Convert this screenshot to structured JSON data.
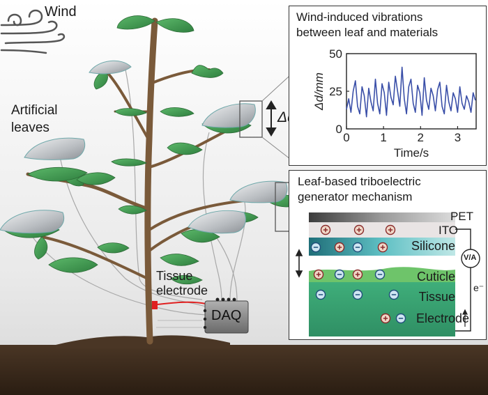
{
  "labels": {
    "wind": "Wind",
    "artificial_leaves": "Artificial\nleaves",
    "delta_d": "Δd",
    "tissue_electrode": "Tissue\nelectrode",
    "daq": "DAQ"
  },
  "vibration_panel": {
    "title_line1": "Wind-induced vibrations",
    "title_line2": "between leaf and materials",
    "chart_data": {
      "type": "line",
      "title": "",
      "xlabel": "Time/s",
      "ylabel": "Δd/mm",
      "xlim": [
        0,
        3.5
      ],
      "ylim": [
        0,
        50
      ],
      "xticks": [
        0,
        1,
        2,
        3
      ],
      "yticks": [
        0,
        25,
        50
      ],
      "series": [
        {
          "color": "#3a4fa8",
          "x": [
            0.0,
            0.06,
            0.12,
            0.18,
            0.24,
            0.3,
            0.36,
            0.42,
            0.48,
            0.54,
            0.6,
            0.66,
            0.72,
            0.78,
            0.84,
            0.9,
            0.96,
            1.02,
            1.08,
            1.14,
            1.2,
            1.26,
            1.32,
            1.38,
            1.44,
            1.5,
            1.56,
            1.62,
            1.68,
            1.74,
            1.8,
            1.86,
            1.92,
            1.98,
            2.04,
            2.1,
            2.16,
            2.22,
            2.28,
            2.34,
            2.4,
            2.46,
            2.52,
            2.58,
            2.64,
            2.7,
            2.76,
            2.82,
            2.88,
            2.94,
            3.0,
            3.06,
            3.12,
            3.18,
            3.24,
            3.3,
            3.36,
            3.42,
            3.48
          ],
          "y": [
            13,
            20,
            11,
            25,
            32,
            15,
            10,
            28,
            22,
            8,
            27,
            18,
            12,
            33,
            17,
            10,
            30,
            24,
            9,
            31,
            21,
            16,
            35,
            25,
            15,
            41,
            20,
            10,
            28,
            33,
            17,
            11,
            29,
            24,
            9,
            34,
            19,
            13,
            27,
            22,
            12,
            26,
            31,
            15,
            10,
            29,
            18,
            12,
            24,
            20,
            11,
            28,
            17,
            13,
            22,
            18,
            11,
            24,
            19
          ]
        }
      ]
    }
  },
  "mechanism_panel": {
    "title_line1": "Leaf-based triboelectric",
    "title_line2": "generator mechanism",
    "layers": {
      "pet": "PET",
      "ito": "ITO",
      "silicone": "Silicone",
      "cuticle": "Cuticle",
      "tissue": "Tissue",
      "electrode": "Electrode"
    },
    "meter": "V/A",
    "electron": "e⁻"
  },
  "colors": {
    "leaf_green": "#3f9a4f",
    "soil": "#3a2a1c",
    "stem": "#7a5a3a",
    "cover_grey": "#b8bcc0",
    "silicone_teal": "#4aaeb0",
    "cuticle_green": "#6ec46a",
    "tissue_green": "#3fae7a",
    "wire_red": "#e02020",
    "curve_blue": "#3a4fa8"
  }
}
